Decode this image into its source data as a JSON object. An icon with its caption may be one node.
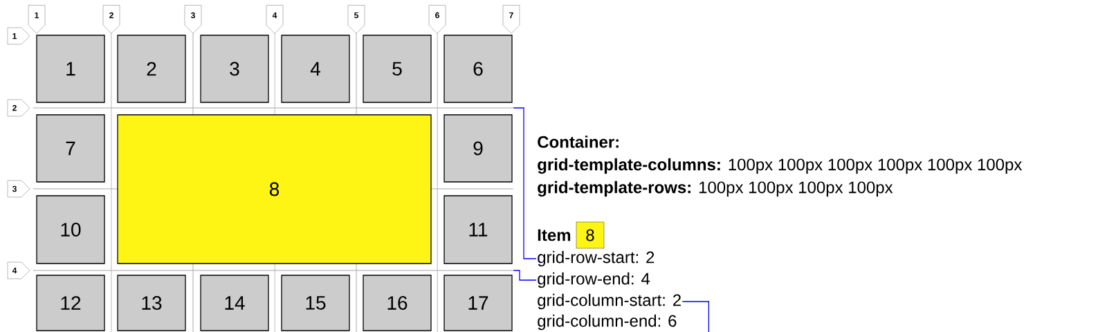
{
  "diagram": {
    "nodes": [
      {
        "text": [
          "1"
        ]
      },
      {
        "text": [
          "2"
        ]
      },
      {
        "text": [
          "3"
        ]
      },
      {
        "text": [
          "4"
        ]
      },
      {
        "text": [
          "5"
        ]
      },
      {
        "text": [
          "6"
        ]
      },
      {
        "text": [
          "7"
        ]
      },
      {
        "text": [
          "1"
        ]
      },
      {
        "text": [
          "2"
        ]
      },
      {
        "text": [
          "3"
        ]
      },
      {
        "text": [
          "4"
        ]
      },
      {
        "text": [
          "1"
        ]
      },
      {
        "text": [
          "2"
        ]
      },
      {
        "text": [
          "3"
        ]
      },
      {
        "text": [
          "4"
        ]
      },
      {
        "text": [
          "5"
        ]
      },
      {
        "text": [
          "6"
        ]
      },
      {
        "text": [
          "7"
        ]
      },
      {
        "text": [
          "8"
        ]
      },
      {
        "text": [
          "9"
        ]
      },
      {
        "text": [
          "10"
        ]
      },
      {
        "text": [
          "11"
        ]
      },
      {
        "text": [
          "12"
        ]
      },
      {
        "text": [
          "13"
        ]
      },
      {
        "text": [
          "14"
        ]
      },
      {
        "text": [
          "15"
        ]
      },
      {
        "text": [
          "16"
        ]
      },
      {
        "text": [
          "17"
        ]
      },
      {
        "text": [
          "8"
        ]
      },
      {
        "text": [
          "grid-row-start: 2"
        ]
      },
      {
        "text": [
          "grid-row-end: 4"
        ]
      },
      {
        "text": [
          "grid-column-start: 2"
        ]
      },
      {
        "text": [],
        "shape": "line"
      },
      {
        "text": [],
        "shape": "line"
      }
    ],
    "edges": [
      {
        "from": 29,
        "to": 32,
        "arrow": "none"
      },
      {
        "from": 30,
        "to": 33,
        "arrow": "none"
      },
      {
        "from": 31,
        "to": null,
        "arrow": "none"
      }
    ],
    "labels": [
      "Container:",
      "**grid-template-columns:** 100px 100px 100px 100px 100px 100px",
      "**grid-template-rows:** 100px 100px 100px 100px",
      "Item",
      "grid-column-end: 6"
    ]
  }
}
